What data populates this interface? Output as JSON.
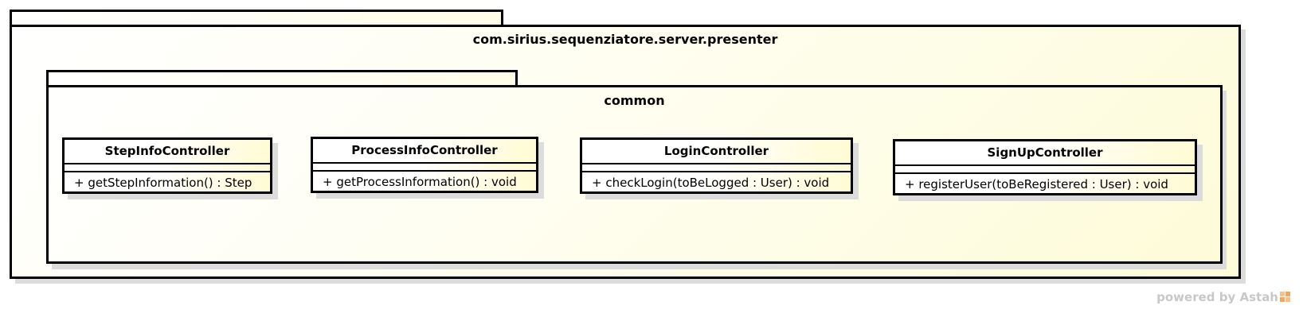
{
  "outer_package": {
    "name": "com.sirius.sequenziatore.server.presenter"
  },
  "inner_package": {
    "name": "common"
  },
  "classes": [
    {
      "name": "StepInfoController",
      "operation": "+ getStepInformation() : Step"
    },
    {
      "name": "ProcessInfoController",
      "operation": "+ getProcessInformation() : void"
    },
    {
      "name": "LoginController",
      "operation": "+ checkLogin(toBeLogged : User) : void"
    },
    {
      "name": "SignUpController",
      "operation": "+ registerUser(toBeRegistered : User) : void"
    }
  ],
  "watermark": {
    "text": "powered by Astah",
    "icon": "astah-logo-icon"
  },
  "colors": {
    "fill_start": "#ffffff",
    "fill_end": "#fdfbd8",
    "border": "#000000",
    "shadow": "#dcdcdc",
    "watermark": "#c8c8c8"
  }
}
